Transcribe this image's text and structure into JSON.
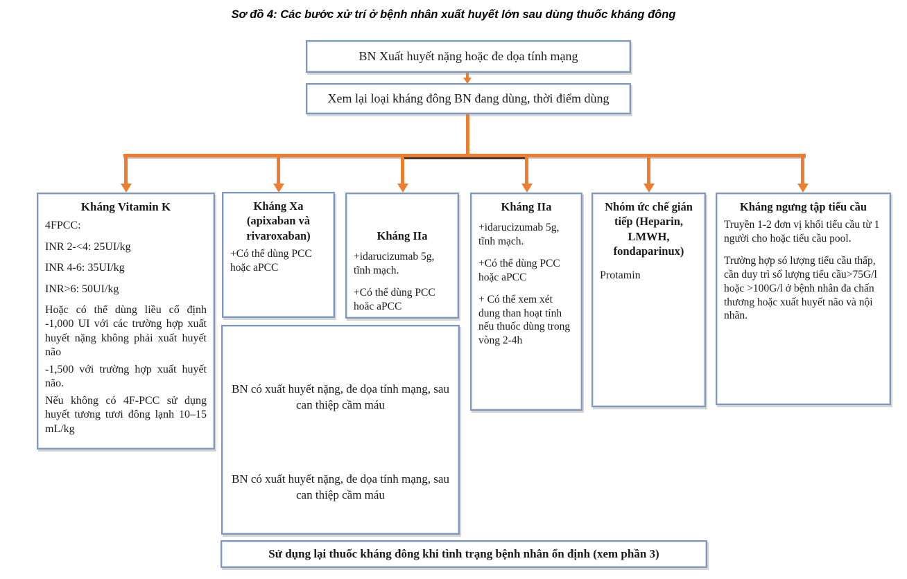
{
  "header": {
    "title": "Sơ đồ 4: Các bước xử trí ở bệnh nhân xuất huyết lớn sau dùng thuốc kháng đông"
  },
  "flow": {
    "severe_bleeding_box": "BN Xuất huyết nặng hoặc đe dọa tính mạng",
    "review_box": "Xem lại loại kháng đông BN đang dùng, thời điểm dùng",
    "intervention_box": {
      "text1": "BN có xuất huyết nặng, đe dọa tính mạng, sau can thiệp cầm máu",
      "text2": "BN có xuất huyết nặng, đe dọa tính mạng, sau can thiệp cầm máu"
    },
    "restart_box": "Sử dụng lại thuốc kháng đông khi tình trạng bệnh nhân ổn định (xem phần 3)"
  },
  "columns": [
    {
      "title": "Kháng Vitamin K",
      "lines": [
        "4FPCC:",
        "INR 2-<4: 25UI/kg",
        "INR 4-6: 35UI/kg",
        "INR>6: 50UI/kg",
        "Hoặc có thể dùng liều cố định -1,000 UI với các trường hợp xuất huyết nặng không phải xuất huyết não",
        " -1,500 với trường hợp xuất huyết não.",
        "Nếu không có 4F-PCC sử dụng huyết tương tươi đông lạnh 10–15 mL/kg"
      ]
    },
    {
      "title": "Kháng Xa (apixaban và rivaroxaban)",
      "lines": [
        "+Có thể dùng PCC hoặc aPCC"
      ]
    },
    {
      "title": "Kháng IIa",
      "lines": [
        "+idarucizumab 5g, tĩnh mạch.",
        "+Có thể dùng PCC hoăc aPCC"
      ]
    },
    {
      "title": "Kháng IIa",
      "lines": [
        "+idarucizumab 5g, tĩnh mạch.",
        "+Có thể dùng PCC hoặc aPCC",
        "+ Có thể xem xét dung than hoạt tính nếu thuốc dùng trong vòng 2-4h"
      ]
    },
    {
      "title": "Nhóm ức chế gián tiếp (Heparin, LMWH, fondaparinux)",
      "lines": [
        "Protamin"
      ]
    },
    {
      "title": "Kháng ngưng tập tiểu cầu",
      "lines": [
        "Truyền 1-2 đơn vị khối tiểu cầu từ 1 người cho hoặc tiểu cầu pool.",
        "Trường hợp só lượng tiểu cầu thấp, cần duy trì số lượng tiểu cầu>75G/l hoặc >100G/l ở bệnh nhân đa chấn thương hoặc xuất huyết não và nội nhãn."
      ]
    }
  ],
  "colors": {
    "arrow_orange": "#ED7D31",
    "box_border_blue": "#7E99BD"
  }
}
